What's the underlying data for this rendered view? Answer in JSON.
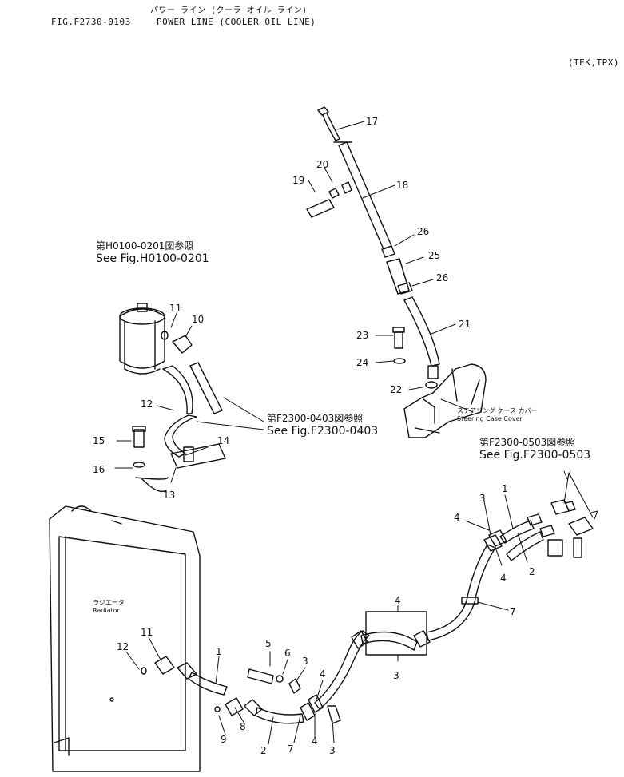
{
  "header": {
    "title_jp": "パワー ライン (クーラ オイル ライン)",
    "figure_no": "FIG.F2730-0103",
    "title_en": "POWER LINE (COOLER OIL LINE)",
    "models": "(TEK,TPX)"
  },
  "references": [
    {
      "jp": "第H0100-0201図参照",
      "en": "See Fig.H0100-0201"
    },
    {
      "jp": "第F2300-0403図参照",
      "en": "See Fig.F2300-0403"
    },
    {
      "jp": "第F2300-0503図参照",
      "en": "See Fig.F2300-0503"
    }
  ],
  "part_labels": {
    "steering_jp": "ステアリング ケース カバー",
    "steering_en": "Steering Case Cover",
    "radiator_jp": "ラジエータ",
    "radiator_en": "Radiator"
  },
  "callouts": [
    "17",
    "18",
    "19",
    "20",
    "26",
    "25",
    "26",
    "21",
    "23",
    "24",
    "22",
    "11",
    "10",
    "12",
    "15",
    "14",
    "16",
    "13",
    "1",
    "3",
    "4",
    "4",
    "2",
    "7",
    "4",
    "3",
    "5",
    "6",
    "3",
    "4",
    "11",
    "12",
    "1",
    "8",
    "9",
    "2",
    "7",
    "4",
    "3"
  ],
  "colors": {
    "ink": "#111111",
    "paper": "#ffffff"
  }
}
